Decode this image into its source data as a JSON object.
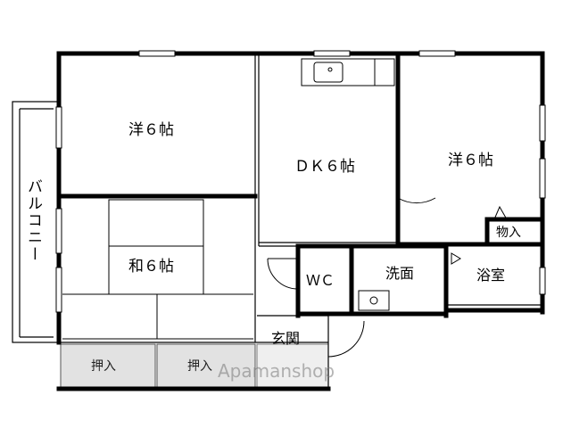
{
  "rooms": {
    "western_room_1": "洋６帖",
    "dining_kitchen": "ＤＫ６帖",
    "western_room_2": "洋６帖",
    "japanese_room": "和６帖",
    "storage": "物入",
    "wc": "ＷＣ",
    "washroom": "洗面",
    "bathroom": "浴室",
    "entrance": "玄関",
    "balcony": "バルコニー",
    "closet_1": "押入",
    "closet_2": "押入"
  },
  "watermark": "Apamanshop"
}
